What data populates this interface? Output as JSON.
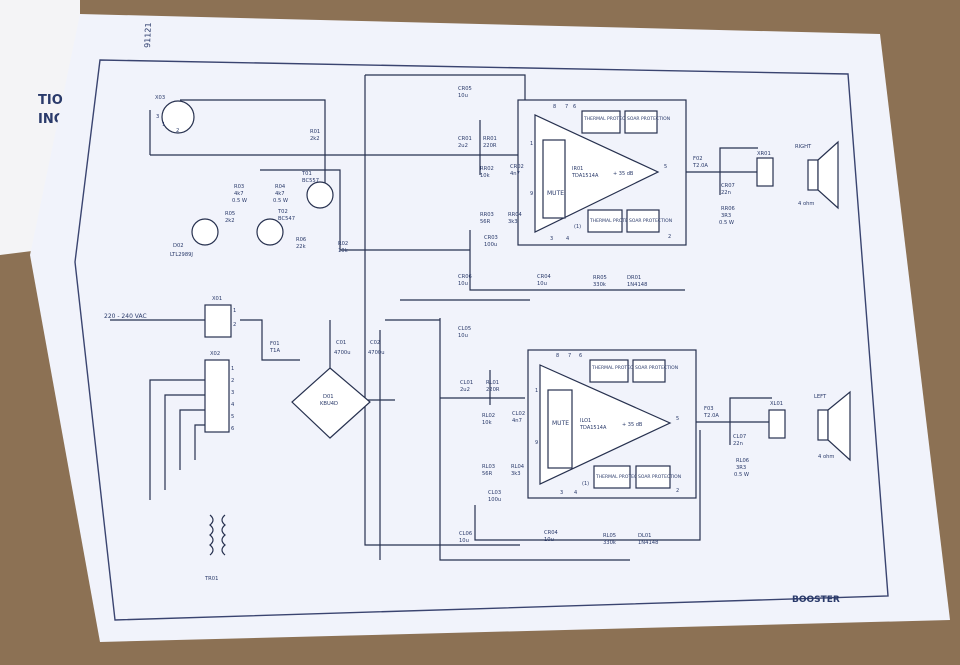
{
  "page": {
    "side_sheet_text": [
      "TIONS",
      "ING"
    ],
    "margin_code": "91121",
    "title": "BOOSTER"
  },
  "upper_channel": {
    "amp": {
      "ref": "IR01",
      "part": "TDA1514A",
      "gain": "+ 35 dB",
      "mute": "MUTE",
      "thermal": "THERMAL PROTECTION",
      "soar": "SOAR PROTECTION",
      "thermal2": "THERMAL PROTECTION",
      "soar2": "SOAR PROTECTION",
      "pins": [
        "1",
        "2",
        "3",
        "4",
        "5",
        "6",
        "7",
        "8",
        "9"
      ],
      "pin4_note": "(1)"
    },
    "parts": {
      "CR01": [
        "CR01",
        "2u2"
      ],
      "RR01": [
        "RR01",
        "220R"
      ],
      "RR02": [
        "RR02",
        "10k"
      ],
      "CR02": [
        "CR02",
        "4n7"
      ],
      "RR03": [
        "RR03",
        "56R"
      ],
      "RR04": [
        "RR04",
        "3k3"
      ],
      "CR03": [
        "CR03",
        "100u"
      ],
      "CR04": [
        "CR04",
        "10u"
      ],
      "CR05": [
        "CR05",
        "10u"
      ],
      "CR06": [
        "CR06",
        "10u"
      ],
      "RR05": [
        "RR05",
        "330k"
      ],
      "DR01": [
        "DR01",
        "1N4148"
      ],
      "FO2": [
        "F02",
        "T2.0A"
      ],
      "CR07": [
        "CR07",
        "22n"
      ],
      "RR06": [
        "RR06",
        "3R3",
        "0.5 W"
      ],
      "XR01": "XR01"
    },
    "speaker": {
      "label": "RIGHT",
      "impedance": "4 ohm"
    }
  },
  "lower_channel": {
    "amp": {
      "ref": "ILO1",
      "part": "TDA1514A",
      "gain": "+ 35 dB",
      "mute": "MUTE",
      "thermal": "THERMAL PROTECTION",
      "soar": "SOAR PROTECTION",
      "thermal2": "THERMAL PROTECTION",
      "soar2": "SOAR PROTECTION",
      "pins": [
        "1",
        "2",
        "3",
        "4",
        "5",
        "6",
        "7",
        "8",
        "9"
      ],
      "pin4_note": "(1)"
    },
    "parts": {
      "CL01": [
        "CL01",
        "2u2"
      ],
      "RL01": [
        "RL01",
        "220R"
      ],
      "RL02": [
        "RL02",
        "10k"
      ],
      "CL02": [
        "CL02",
        "4n7"
      ],
      "RL03": [
        "RL03",
        "56R"
      ],
      "RL04": [
        "RL04",
        "3k3"
      ],
      "CL03": [
        "CL03",
        "100u"
      ],
      "CL04": [
        "CR04",
        "10u"
      ],
      "CL05": [
        "CL05",
        "10u"
      ],
      "CL06": [
        "CL06",
        "10u"
      ],
      "RL05": [
        "RL05",
        "330k"
      ],
      "DL01": [
        "DL01",
        "1N4148"
      ],
      "F03": [
        "F03",
        "T2.0A"
      ],
      "CL07": [
        "CL07",
        "22n"
      ],
      "RL06": [
        "RL06",
        "3R3",
        "0.5 W"
      ],
      "XL01": "XL01"
    },
    "speaker": {
      "label": "LEFT",
      "impedance": "4 ohm"
    }
  },
  "control": {
    "X03": "X03",
    "X03_pins": [
      "3",
      "1",
      "2"
    ],
    "R01": [
      "R01",
      "2k2"
    ],
    "R03": [
      "R03",
      "4k7",
      "0.5 W"
    ],
    "R04": [
      "R04",
      "4k7",
      "0.5 W"
    ],
    "R05": [
      "R05",
      "2k2"
    ],
    "T01": [
      "T01",
      "BC557"
    ],
    "T02": [
      "T02",
      "BC547"
    ],
    "R06": [
      "R06",
      "22k"
    ],
    "R02": [
      "R02",
      "10k"
    ],
    "D02": [
      "D02",
      "LTL2989J"
    ]
  },
  "power": {
    "X01": "X01",
    "mains": "220 - 240 VAC",
    "X01_pins": [
      "1",
      "2"
    ],
    "F01": [
      "F01",
      "T1A"
    ],
    "X02": "X02",
    "X02_pins": [
      "1",
      "2",
      "3",
      "4",
      "5",
      "6"
    ],
    "C01": [
      "C01",
      "4700u"
    ],
    "C02": [
      "C02",
      "4700u"
    ],
    "D01": [
      "D01",
      "KBU4D"
    ],
    "TR01": "TR01"
  }
}
